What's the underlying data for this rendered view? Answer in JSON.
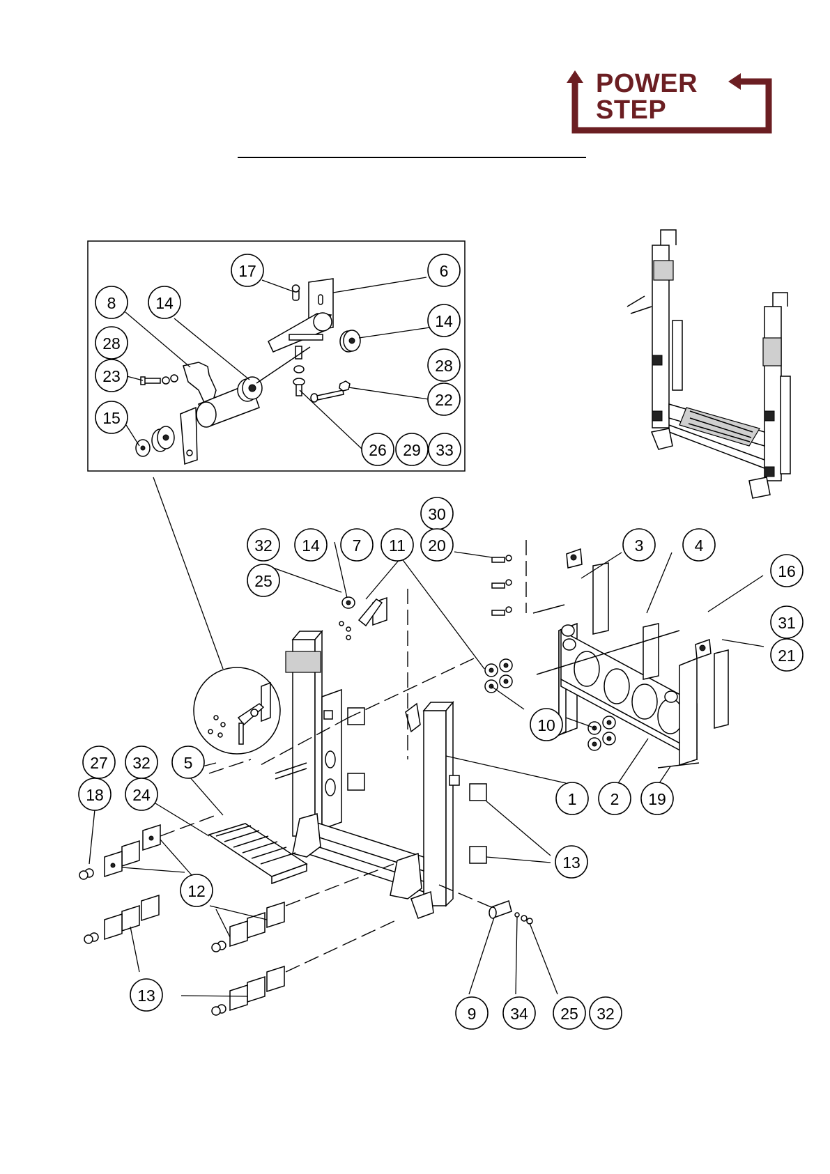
{
  "logo": {
    "line1": "POWER",
    "line2": "STEP",
    "registered_mark": "®",
    "brand_color": "#6b1e22"
  },
  "callouts": [
    {
      "label": "17"
    },
    {
      "label": "6"
    },
    {
      "label": "8"
    },
    {
      "label": "14"
    },
    {
      "label": "14"
    },
    {
      "label": "28"
    },
    {
      "label": "28"
    },
    {
      "label": "23"
    },
    {
      "label": "22"
    },
    {
      "label": "15"
    },
    {
      "label": "26"
    },
    {
      "label": "29"
    },
    {
      "label": "33"
    },
    {
      "label": "30"
    },
    {
      "label": "32"
    },
    {
      "label": "14"
    },
    {
      "label": "7"
    },
    {
      "label": "11"
    },
    {
      "label": "20"
    },
    {
      "label": "3"
    },
    {
      "label": "4"
    },
    {
      "label": "16"
    },
    {
      "label": "25"
    },
    {
      "label": "31"
    },
    {
      "label": "21"
    },
    {
      "label": "10"
    },
    {
      "label": "27"
    },
    {
      "label": "32"
    },
    {
      "label": "5"
    },
    {
      "label": "18"
    },
    {
      "label": "24"
    },
    {
      "label": "1"
    },
    {
      "label": "2"
    },
    {
      "label": "19"
    },
    {
      "label": "12"
    },
    {
      "label": "13"
    },
    {
      "label": "13"
    },
    {
      "label": "9"
    },
    {
      "label": "34"
    },
    {
      "label": "25"
    },
    {
      "label": "32"
    }
  ]
}
